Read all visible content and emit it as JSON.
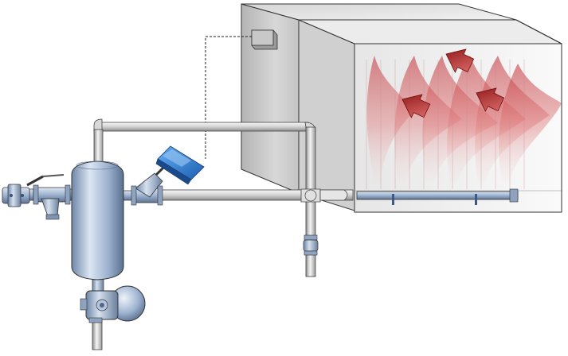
{
  "diagram": {
    "components": [
      {
        "id": "inlet-ball-valve",
        "icon": "ball-valve-icon"
      },
      {
        "id": "strainer",
        "icon": "strainer-icon"
      },
      {
        "id": "separator-vessel",
        "icon": "vessel-icon"
      },
      {
        "id": "control-valve-with-actuator",
        "icon": "actuator-icon"
      },
      {
        "id": "float-steam-trap",
        "icon": "float-trap-icon"
      },
      {
        "id": "check-valve",
        "icon": "check-valve-icon"
      },
      {
        "id": "controller-box",
        "icon": "controller-icon"
      },
      {
        "id": "humidification-duct",
        "icon": "duct-icon"
      },
      {
        "id": "steam-distribution-lance",
        "icon": "lance-icon"
      },
      {
        "id": "steam-plume",
        "icon": "plume-icon"
      },
      {
        "id": "airflow-arrows",
        "icon": "arrow-icon"
      }
    ],
    "colors": {
      "steel": "#9eb3cf",
      "pipe": "#e6e6e6",
      "actuator_blue": "#2d7fd8",
      "plume_red": "#c0262c",
      "arrow_red": "#a01a1a"
    }
  }
}
